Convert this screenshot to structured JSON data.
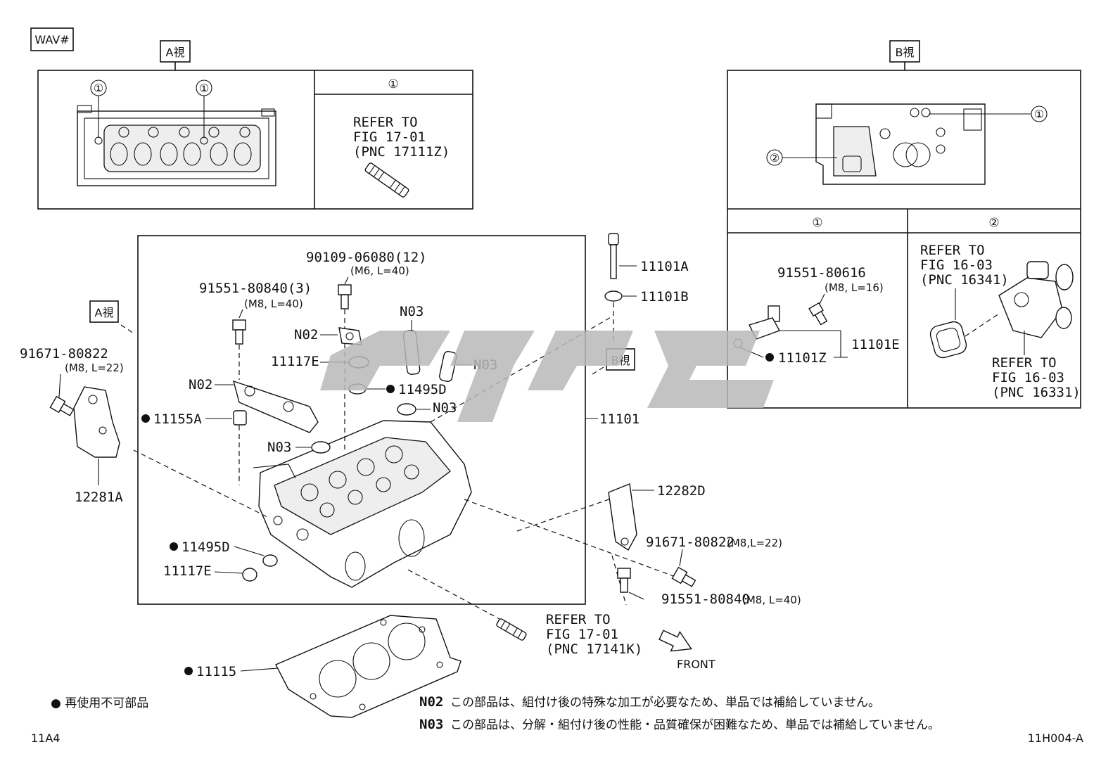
{
  "header_tag": "WAV#",
  "view_a_label": "A視",
  "view_b_label": "B視",
  "circle_1": "①",
  "circle_2": "②",
  "view_a": {
    "col_header": "①",
    "refer": [
      "REFER TO",
      "FIG 17-01",
      "(PNC 17111Z)"
    ]
  },
  "view_b": {
    "callout_1": "①",
    "callout_2": "②",
    "col1_header": "①",
    "col2_header": "②",
    "bolt_part": "91551-80616",
    "bolt_spec": "(M8, L=16)",
    "sensor_part": "11101E",
    "seal_part": "11101Z",
    "refer_top": [
      "REFER TO",
      "FIG 16-03",
      "(PNC 16341)"
    ],
    "refer_bottom": [
      "REFER TO",
      "FIG 16-03",
      "(PNC 16331)"
    ]
  },
  "main": {
    "bolt_top_part": "90109-06080(12)",
    "bolt_top_spec": "(M6, L=40)",
    "bolt_left_part": "91551-80840(3)",
    "bolt_left_spec": "(M8, L=40)",
    "n02": "N02",
    "n03": "N03",
    "p11117e": "11117E",
    "p11495d": "11495D",
    "p11155a": "11155A",
    "p11101": "11101",
    "p11101a": "11101A",
    "p11101b": "11101B",
    "p12281a": "12281A",
    "p12282d": "12282D",
    "p11115": "11115",
    "left_bolt_part": "91671-80822",
    "left_bolt_spec": "(M8, L=22)",
    "right_bolt_part": "91671-80822",
    "right_bolt_spec": "(M8,L=22)",
    "right_bolt2_part": "91551-80840",
    "right_bolt2_spec": "(M8, L=40)",
    "refer_stud": [
      "REFER TO",
      "FIG 17-01",
      "(PNC 17141K)"
    ],
    "front": "FRONT"
  },
  "legend": {
    "symbol_note": "● 再使用不可部品",
    "n02_code": "N02",
    "n02_text": "この部品は、組付け後の特殊な加工が必要なため、単品では補給していません。",
    "n03_code": "N03",
    "n03_text": "この部品は、分解・組付け後の性能・品質確保が困難なため、単品では補給していません。"
  },
  "footer": {
    "left_code": "11A4",
    "right_code": "11H004-A"
  }
}
